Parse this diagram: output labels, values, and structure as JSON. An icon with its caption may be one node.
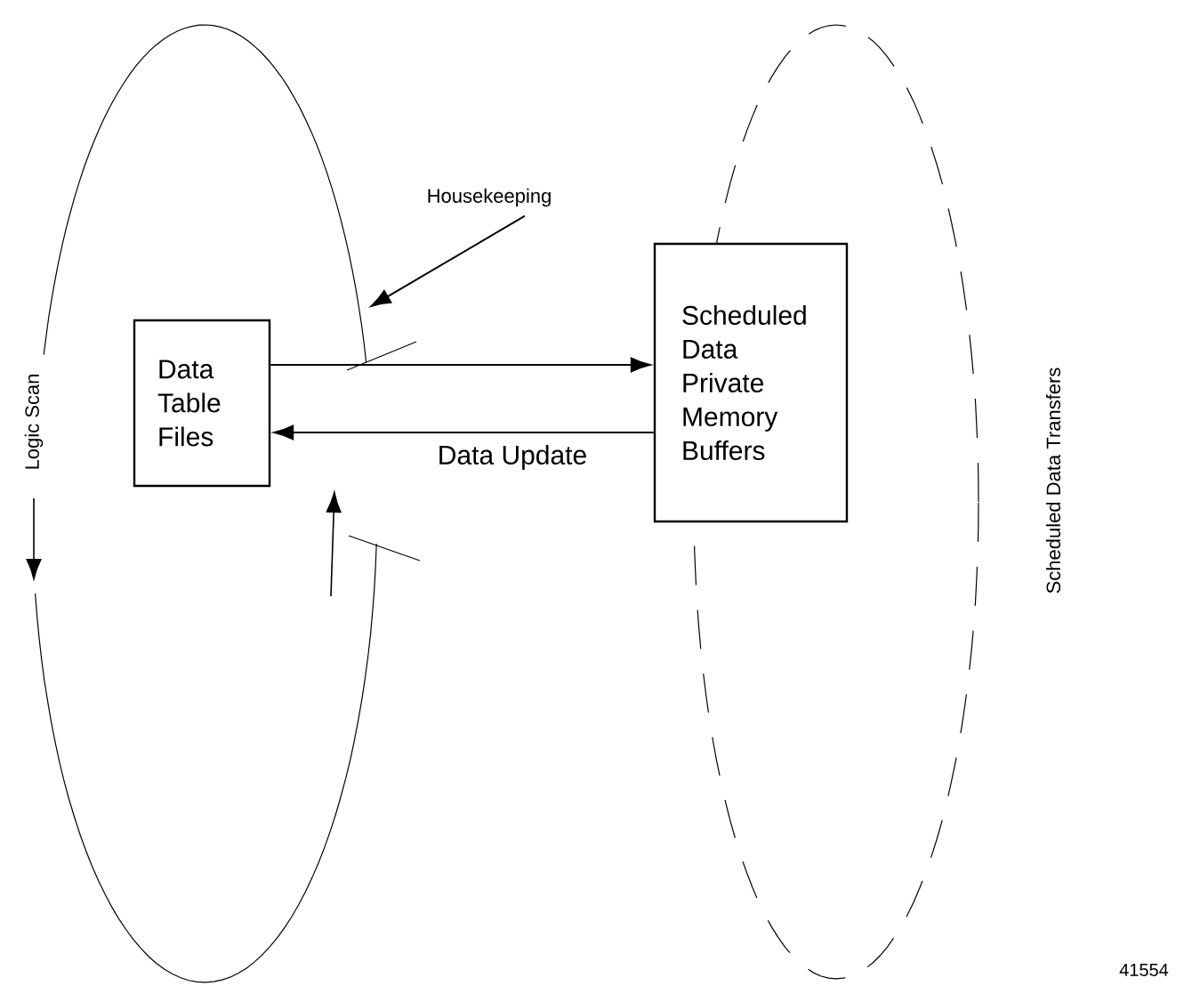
{
  "diagram": {
    "nodes": [
      {
        "text": [
          "Data Table Files"
        ]
      },
      {
        "text": [
          "Scheduled Data Private Memory Buffers"
        ]
      },
      {
        "text": [
          "Housekeeping"
        ]
      }
    ],
    "edges": [
      {
        "from": 0,
        "to": 1,
        "arrow": "to"
      },
      {
        "from": 1,
        "to": 0,
        "arrow": "to",
        "label": "Data Update"
      },
      {
        "from": 2,
        "to": null,
        "arrow": "to"
      }
    ],
    "labels": [
      "Logic Scan",
      "Scheduled Data Transfers",
      "41554"
    ]
  }
}
